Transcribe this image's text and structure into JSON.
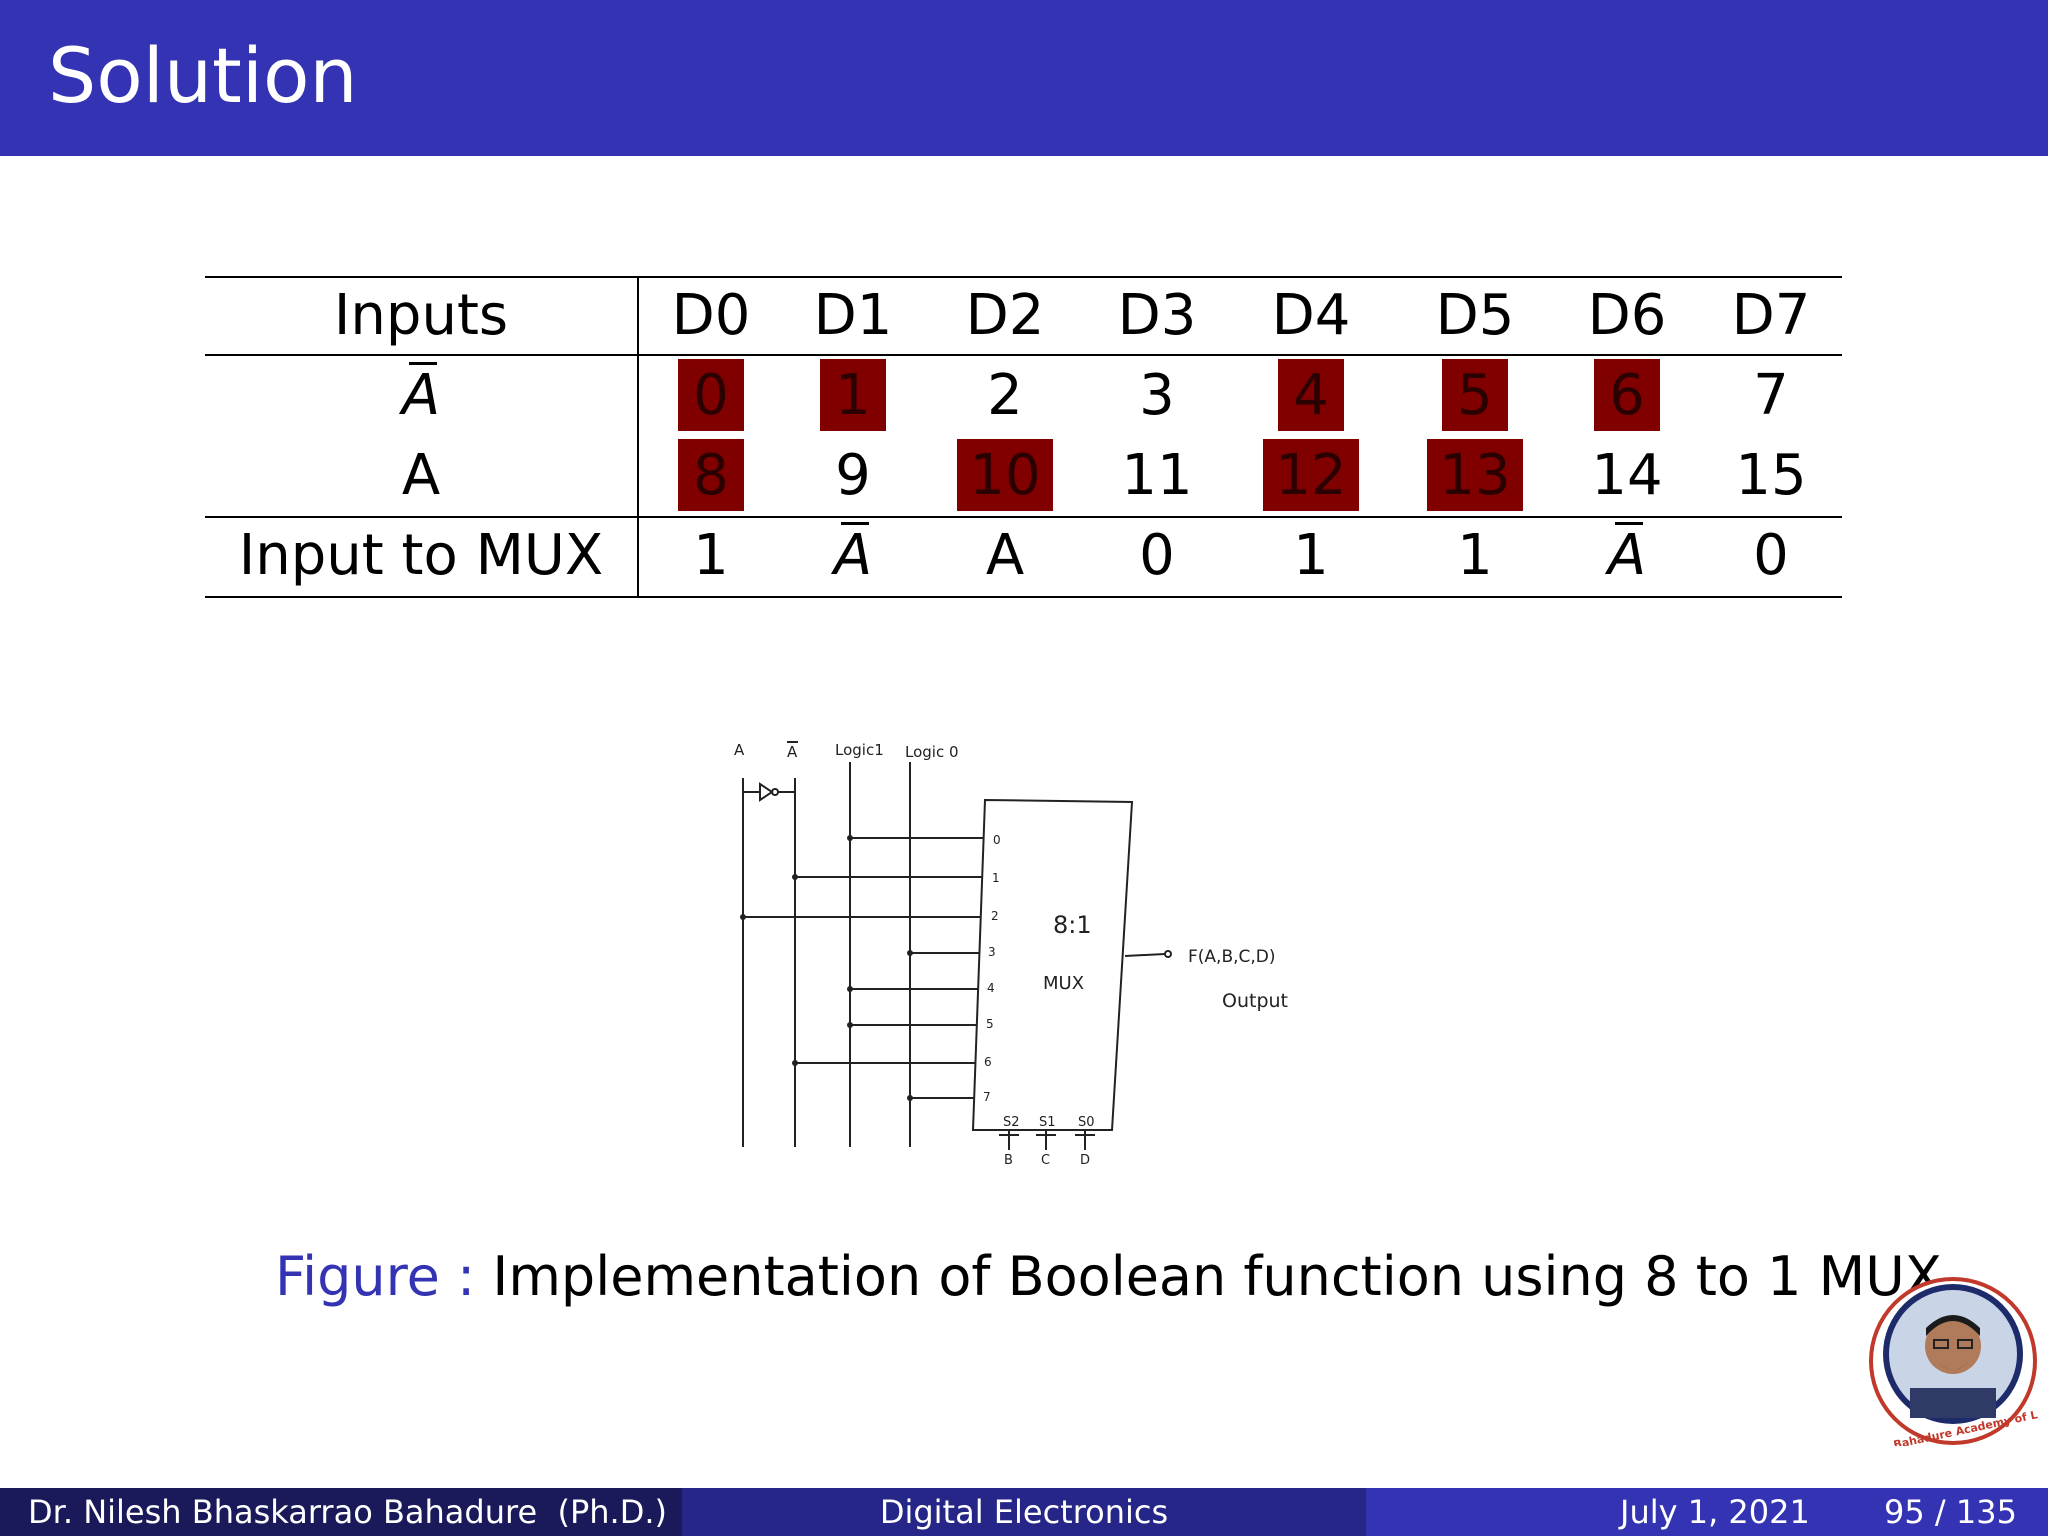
{
  "slide": {
    "title": "Solution"
  },
  "table": {
    "corner": "Inputs",
    "columns": [
      "D0",
      "D1",
      "D2",
      "D3",
      "D4",
      "D5",
      "D6",
      "D7"
    ],
    "rows": [
      {
        "label": "A",
        "label_overbar": true,
        "cells": [
          "0",
          "1",
          "2",
          "3",
          "4",
          "5",
          "6",
          "7"
        ],
        "highlighted": [
          true,
          true,
          false,
          false,
          true,
          true,
          true,
          false
        ]
      },
      {
        "label": "A",
        "label_overbar": false,
        "cells": [
          "8",
          "9",
          "10",
          "11",
          "12",
          "13",
          "14",
          "15"
        ],
        "highlighted": [
          true,
          false,
          true,
          false,
          true,
          true,
          false,
          false
        ]
      }
    ],
    "mux_row": {
      "label": "Input to MUX",
      "cells": [
        "1",
        "A",
        "A",
        "0",
        "1",
        "1",
        "A",
        "0"
      ],
      "overbar": [
        false,
        true,
        false,
        false,
        false,
        false,
        true,
        false
      ]
    },
    "highlight_color": "#800000"
  },
  "circuit": {
    "lines": [
      "A",
      "A",
      "Logic1",
      "Logic 0"
    ],
    "mux_title": "8:1",
    "mux_sub": "MUX",
    "inputs": [
      "0",
      "1",
      "2",
      "3",
      "4",
      "5",
      "6",
      "7"
    ],
    "selects": [
      "S2",
      "S1",
      "S0"
    ],
    "select_vars": [
      "B",
      "C",
      "D"
    ],
    "output_fn": "F(A,B,C,D)",
    "output_label": "Output"
  },
  "figure": {
    "caption_label": "Figure :",
    "caption_text": "Implementation of Boolean function using 8 to 1 MUX"
  },
  "footer": {
    "author": "Dr. Nilesh Bhaskarrao Bahadure  (Ph.D.)",
    "course": "Digital Electronics",
    "date": "July 1, 2021",
    "page": "95 / 135"
  },
  "logo": {
    "text": "Bahadure Academy of Learning"
  },
  "colors": {
    "title_bar": "#3333b3",
    "footer_left": "#1a1a5a",
    "footer_mid": "#262688",
    "footer_right": "#3333b3"
  }
}
